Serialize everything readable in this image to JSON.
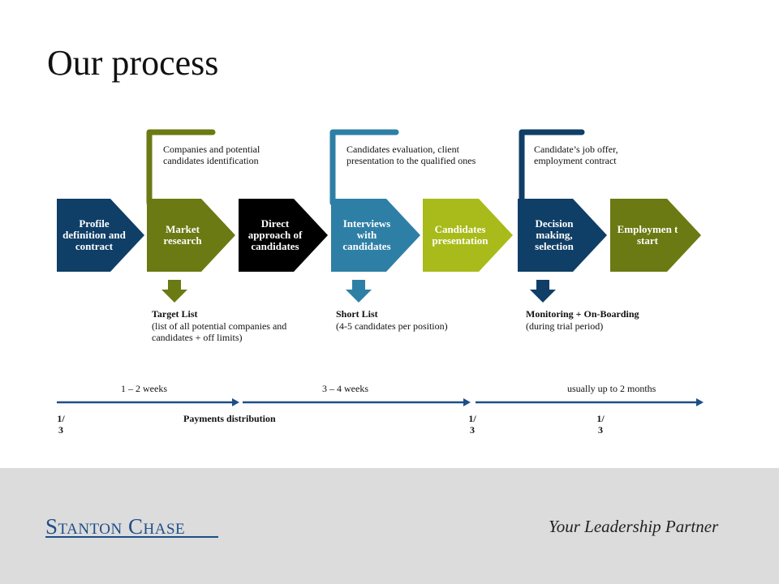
{
  "title": "Our process",
  "steps": [
    {
      "label": "Profile definition and contract",
      "color": "#0f3e66"
    },
    {
      "label": "Market research",
      "color": "#6b7a12"
    },
    {
      "label": "Direct approach of candidates",
      "color": "#000000"
    },
    {
      "label": "Interviews with candidates",
      "color": "#2e7fa5"
    },
    {
      "label": "Candidates presentation",
      "color": "#a8bb1a"
    },
    {
      "label": "Decision making, selection",
      "color": "#0f3e66"
    },
    {
      "label": "Employmen t start",
      "color": "#6b7a12"
    }
  ],
  "brackets": [
    {
      "text": "Companies and potential candidates identification",
      "color": "#6b7a12"
    },
    {
      "text": "Candidates evaluation, client presentation to the qualified ones",
      "color": "#2e7fa5"
    },
    {
      "text": "Candidate’s job offer, employment contract",
      "color": "#0f3e66"
    }
  ],
  "outputs": [
    {
      "title": "Target List",
      "detail": "(list of all potential companies and candidates + off limits)",
      "color": "#6b7a12"
    },
    {
      "title": "Short List",
      "detail": "(4-5 candidates per position)",
      "color": "#2e7fa5"
    },
    {
      "title": "Monitoring + On-Boarding",
      "detail": "(during trial period)",
      "color": "#0f3e66"
    }
  ],
  "timeline": {
    "durations": [
      "1 – 2 weeks",
      "3 – 4 weeks",
      "usually up to 2 months"
    ],
    "arrow_color": "#1d4e89",
    "payments_label": "Payments distribution",
    "fractions": [
      "1/ 3",
      "1/ 3",
      "1/ 3"
    ]
  },
  "footer": {
    "logo_text": "Stanton Chase",
    "tagline": "Your Leadership Partner"
  }
}
